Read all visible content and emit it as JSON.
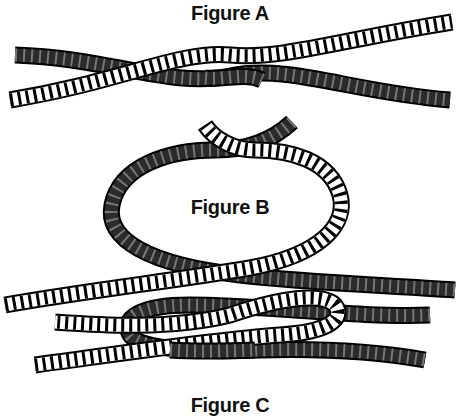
{
  "diagram": {
    "labels": [
      "Figure A",
      "Figure B",
      "Figure C"
    ]
  }
}
